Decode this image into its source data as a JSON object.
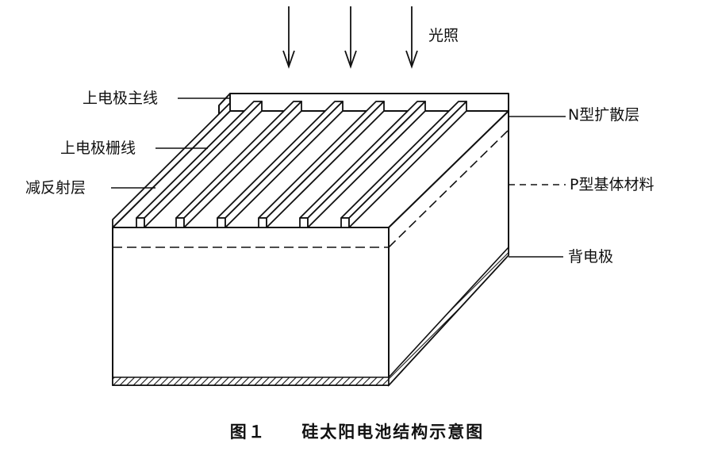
{
  "labels": {
    "light": "光照",
    "top_electrode_bus": "上电极主线",
    "top_electrode_grid": "上电极栅线",
    "anti_reflection": "减反射层",
    "n_diffusion": "N型扩散层",
    "p_base": "P型基体材料",
    "back_electrode": "背电极"
  },
  "caption": {
    "number": "图１",
    "title": "硅太阳电池结构示意图"
  },
  "colors": {
    "ink": "#111111",
    "paper": "#ffffff"
  }
}
